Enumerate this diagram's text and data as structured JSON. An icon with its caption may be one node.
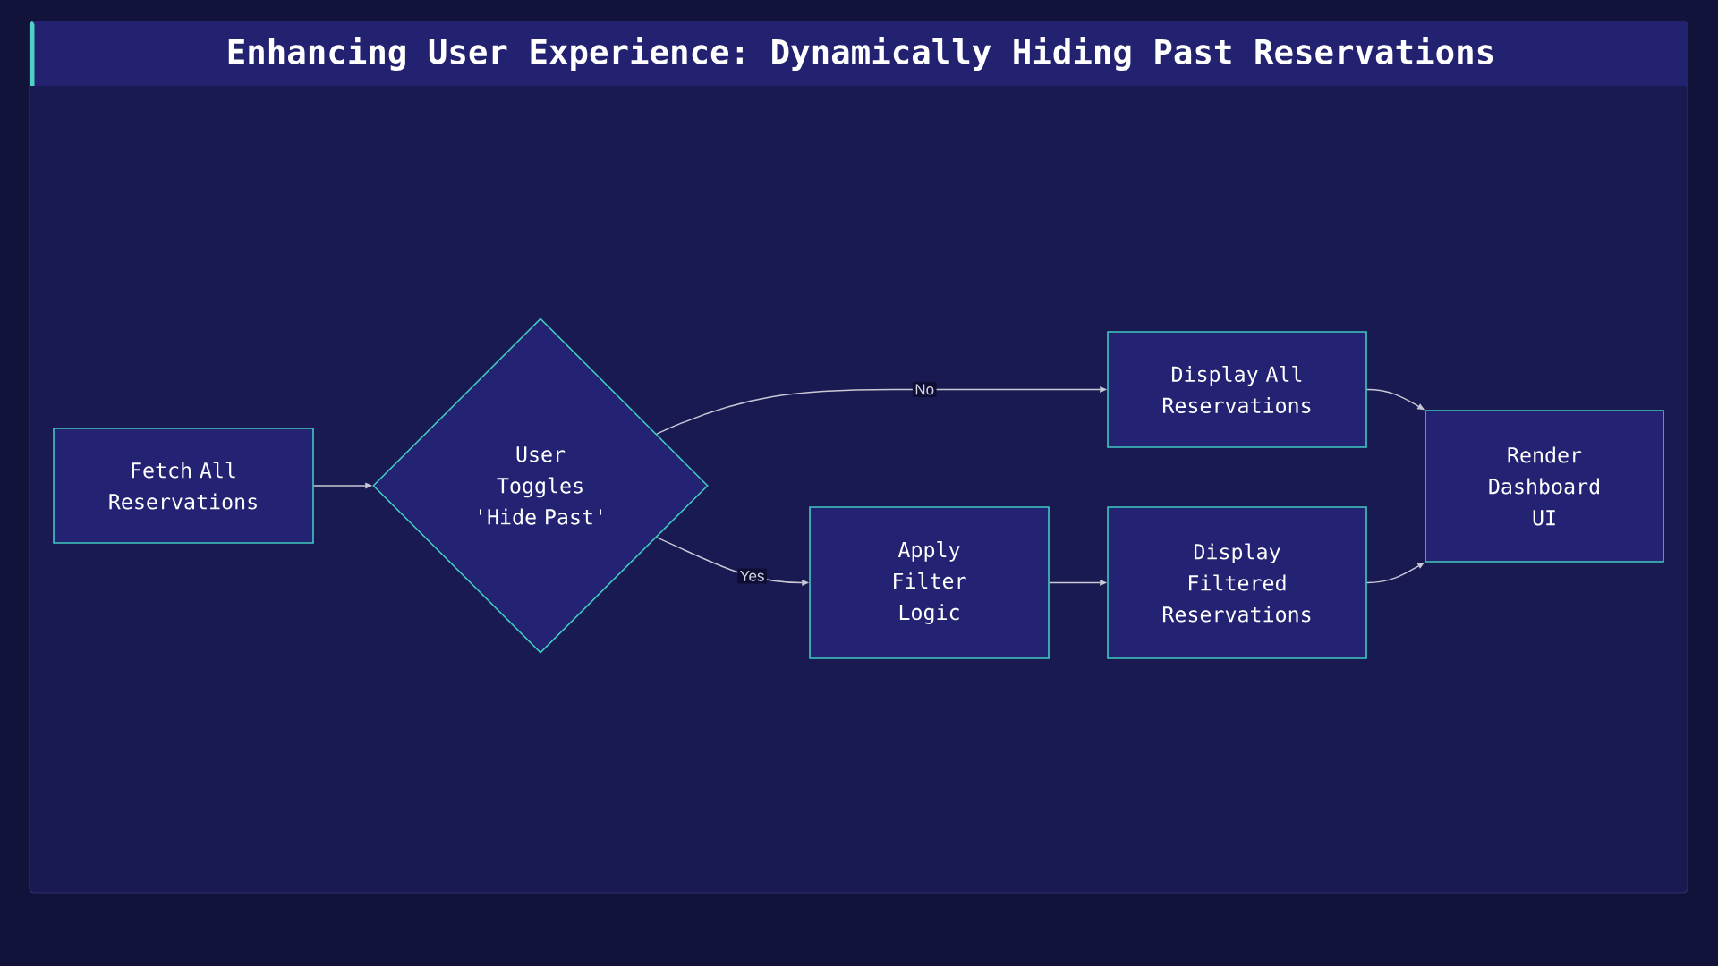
{
  "diagram": {
    "title": "Enhancing User Experience: Dynamically Hiding Past Reservations",
    "nodes": [
      {
        "text": [
          "Fetch All Reservations"
        ]
      },
      {
        "text": [
          "User Toggles 'Hide Past'"
        ]
      },
      {
        "text": [
          "Display All Reservations"
        ]
      },
      {
        "text": [
          "Apply Filter Logic"
        ]
      },
      {
        "text": [
          "Display Filtered Reservations"
        ]
      },
      {
        "text": [
          "Render Dashboard UI"
        ]
      }
    ],
    "edges": [
      {
        "from": 0,
        "to": 1,
        "arrow": "to"
      },
      {
        "from": 1,
        "to": 2,
        "arrow": "to",
        "label": "No"
      },
      {
        "from": 1,
        "to": 3,
        "arrow": "to",
        "label": "Yes"
      },
      {
        "from": 3,
        "to": 4,
        "arrow": "to"
      },
      {
        "from": 2,
        "to": 5,
        "arrow": "to"
      },
      {
        "from": 4,
        "to": 5,
        "arrow": "to"
      }
    ]
  }
}
